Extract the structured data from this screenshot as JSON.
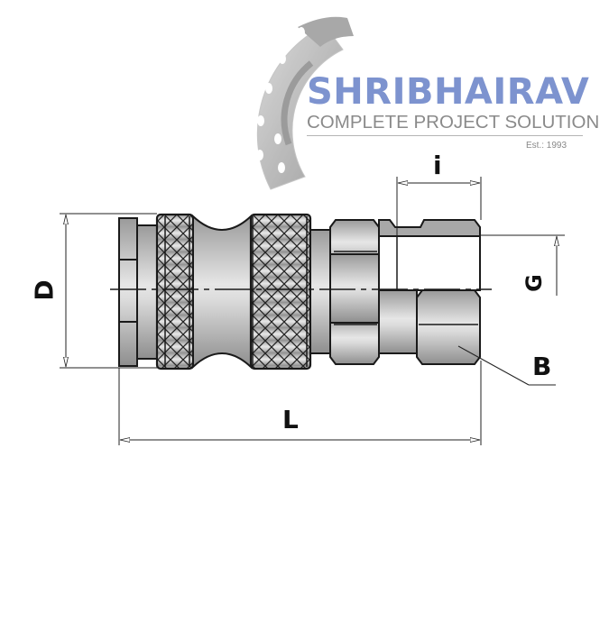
{
  "logo": {
    "brand": "SHRIBHAIRAV",
    "tagline": "COMPLETE PROJECT SOLUTION",
    "established": "Est.: 1993",
    "colors": {
      "brand": "#7d93cf",
      "tagline": "#8a8a8a",
      "flange": "#a9a9a9"
    }
  },
  "drawing": {
    "subject": "quick-release coupling socket with female thread",
    "dimensions": {
      "D": "D",
      "L": "L",
      "i": "i",
      "G": "G",
      "B": "B"
    },
    "colors": {
      "metal": "#b8b8b8",
      "outline": "#1a1a1a"
    }
  }
}
